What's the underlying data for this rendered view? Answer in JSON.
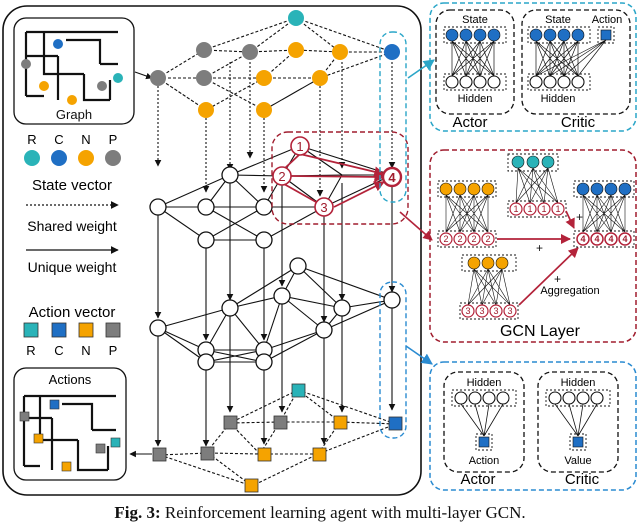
{
  "legend": {
    "graph_label": "Graph",
    "node_types": [
      "R",
      "C",
      "N",
      "P"
    ],
    "state_vector_label": "State vector",
    "shared_weight_label": "Shared weight",
    "unique_weight_label": "Unique weight",
    "action_vector_label": "Action vector",
    "action_types": [
      "R",
      "C",
      "N",
      "P"
    ],
    "actions_label": "Actions"
  },
  "colors": {
    "R": "#2ab3b8",
    "C": "#1f6fc4",
    "N": "#f5a300",
    "P": "#7d7d7d",
    "teal_box": "#2aa6c8",
    "red_box": "#a01d2e",
    "blue_box": "#2a8bd1",
    "red_line": "#b3233a"
  },
  "highlight_nodes": [
    "1",
    "2",
    "3",
    "4"
  ],
  "actor_critic": {
    "actor_state_label": "State",
    "critic_state_label": "State",
    "critic_action_label": "Action",
    "hidden_label": "Hidden",
    "actor_label": "Actor",
    "critic_label": "Critic"
  },
  "gcn_layer": {
    "title": "GCN Layer",
    "aggregation_label": "Aggregation",
    "plus_sign": "+",
    "node_labels": [
      "1",
      "2",
      "3",
      "4"
    ]
  },
  "output_heads": {
    "hidden_label": "Hidden",
    "action_label": "Action",
    "value_label": "Value",
    "actor_label": "Actor",
    "critic_label": "Critic"
  },
  "caption": {
    "prefix": "Fig. 3:",
    "text": " Reinforcement learning agent with multi-layer GCN."
  }
}
